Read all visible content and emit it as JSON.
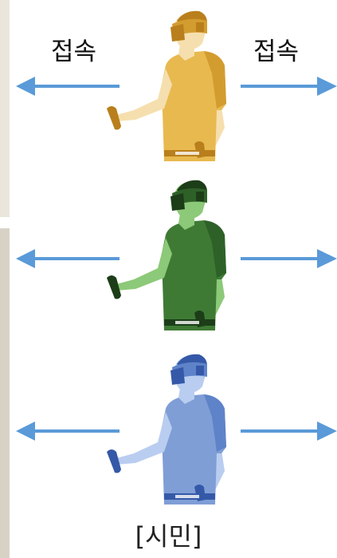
{
  "labels": {
    "left": "접속",
    "right": "접속"
  },
  "caption": "[시민]",
  "figures": [
    {
      "role": "connected-user-top",
      "colors": {
        "primary": "#e8b94f",
        "shade": "#d39c2f",
        "dark": "#b97f1c",
        "skin": "#f6dfae"
      }
    },
    {
      "role": "user-middle",
      "colors": {
        "primary": "#3f7a35",
        "shade": "#2e6128",
        "dark": "#1c3d18",
        "skin": "#8cc978"
      }
    },
    {
      "role": "user-bottom",
      "colors": {
        "primary": "#7f9ed6",
        "shade": "#5e83c8",
        "dark": "#3559a8",
        "skin": "#b9cdf0"
      }
    }
  ],
  "arrow_color": "#5a9ad8",
  "colors": {
    "text": "#111111",
    "strip_top": "#ebe6dc",
    "strip_low": "#d8d2c6"
  }
}
